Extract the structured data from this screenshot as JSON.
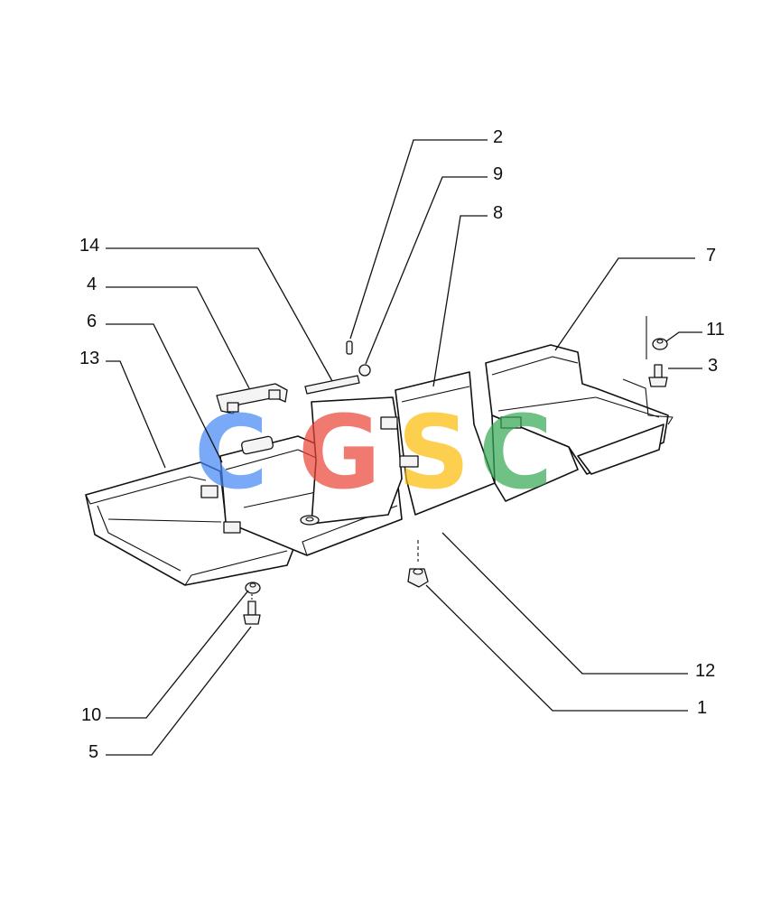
{
  "watermark": {
    "letters": [
      "C",
      "G",
      "S",
      "C"
    ],
    "colors": [
      "#4285F4",
      "#EA4335",
      "#FBBC05",
      "#34A853"
    ]
  },
  "callouts": [
    {
      "label": "2"
    },
    {
      "label": "9"
    },
    {
      "label": "8"
    },
    {
      "label": "14"
    },
    {
      "label": "7"
    },
    {
      "label": "4"
    },
    {
      "label": "6"
    },
    {
      "label": "11"
    },
    {
      "label": "13"
    },
    {
      "label": "3"
    },
    {
      "label": "12"
    },
    {
      "label": "1"
    },
    {
      "label": "10"
    },
    {
      "label": "5"
    }
  ]
}
